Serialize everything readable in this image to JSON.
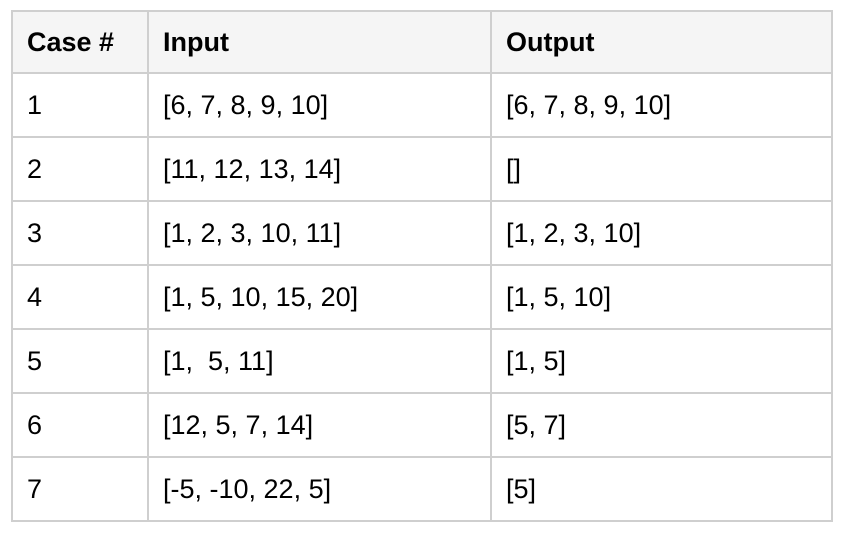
{
  "table": {
    "headers": [
      "Case #",
      "Input",
      "Output"
    ],
    "rows": [
      [
        "1",
        "[6, 7, 8, 9, 10]",
        "[6, 7, 8, 9, 10]"
      ],
      [
        "2",
        "[11, 12, 13, 14]",
        "[]"
      ],
      [
        "3",
        "[1, 2, 3, 10, 11]",
        "[1, 2, 3, 10]"
      ],
      [
        "4",
        "[1, 5, 10, 15, 20]",
        "[1, 5, 10]"
      ],
      [
        "5",
        "[1,  5, 11]",
        "[1, 5]"
      ],
      [
        "6",
        "[12, 5, 7, 14]",
        "[5, 7]"
      ],
      [
        "7",
        "[-5, -10, 22, 5]",
        "[5]"
      ]
    ]
  }
}
